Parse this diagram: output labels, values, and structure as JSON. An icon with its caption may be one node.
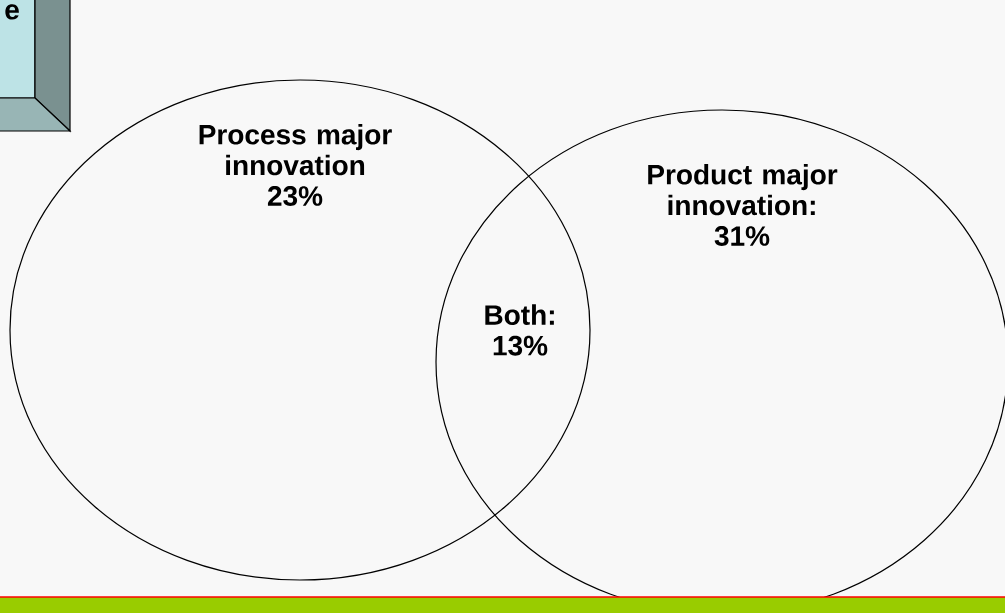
{
  "diagram": {
    "nodes": [
      {
        "text": [
          "e"
        ]
      },
      {
        "text": [
          "Process major innovation 23%"
        ]
      },
      {
        "text": [
          "Product major innovation: 31%"
        ]
      }
    ],
    "edges": [],
    "labels": [
      "Both: 13%"
    ]
  }
}
